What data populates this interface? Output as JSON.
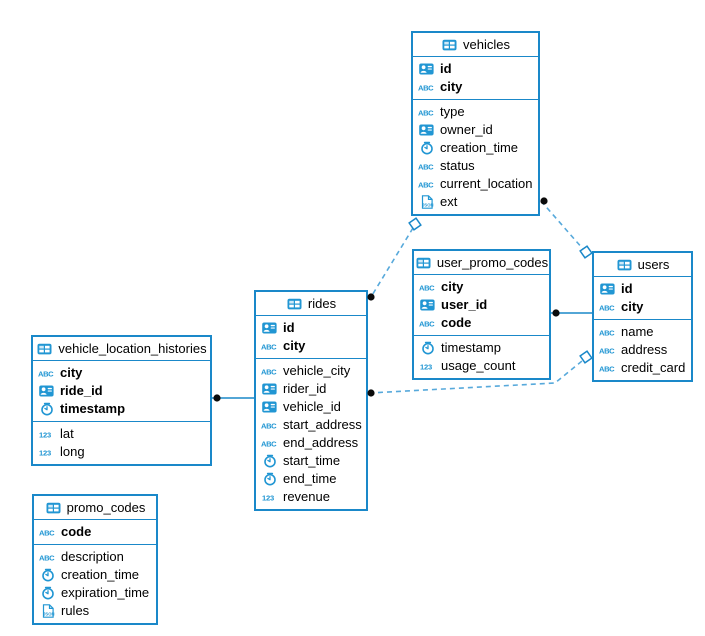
{
  "diagram": {
    "background_color": "#ffffff",
    "border_color": "#1a88c9",
    "icon_color": "#2196d3",
    "dashed_line_color": "#57a9db",
    "solid_line_color": "#1a88c9",
    "text_color": "#000000",
    "tables": [
      {
        "name": "vehicles",
        "icon": "table-icon",
        "columns": [
          {
            "label": "id",
            "icon": "id-card-icon",
            "pk": true
          },
          {
            "label": "city",
            "icon": "abc-icon",
            "pk": true
          },
          {
            "label": "type",
            "icon": "abc-icon",
            "pk": false
          },
          {
            "label": "owner_id",
            "icon": "id-card-icon",
            "pk": false
          },
          {
            "label": "creation_time",
            "icon": "clock-icon",
            "pk": false
          },
          {
            "label": "status",
            "icon": "abc-icon",
            "pk": false
          },
          {
            "label": "current_location",
            "icon": "abc-icon",
            "pk": false
          },
          {
            "label": "ext",
            "icon": "json-icon",
            "pk": false
          }
        ]
      },
      {
        "name": "user_promo_codes",
        "icon": "table-icon",
        "columns": [
          {
            "label": "city",
            "icon": "abc-icon",
            "pk": true
          },
          {
            "label": "user_id",
            "icon": "id-card-icon",
            "pk": true
          },
          {
            "label": "code",
            "icon": "abc-icon",
            "pk": true
          },
          {
            "label": "timestamp",
            "icon": "clock-icon",
            "pk": false
          },
          {
            "label": "usage_count",
            "icon": "number-icon",
            "pk": false
          }
        ]
      },
      {
        "name": "users",
        "icon": "table-icon",
        "columns": [
          {
            "label": "id",
            "icon": "id-card-icon",
            "pk": true
          },
          {
            "label": "city",
            "icon": "abc-icon",
            "pk": true
          },
          {
            "label": "name",
            "icon": "abc-icon",
            "pk": false
          },
          {
            "label": "address",
            "icon": "abc-icon",
            "pk": false
          },
          {
            "label": "credit_card",
            "icon": "abc-icon",
            "pk": false
          }
        ]
      },
      {
        "name": "rides",
        "icon": "table-icon",
        "columns": [
          {
            "label": "id",
            "icon": "id-card-icon",
            "pk": true
          },
          {
            "label": "city",
            "icon": "abc-icon",
            "pk": true
          },
          {
            "label": "vehicle_city",
            "icon": "abc-icon",
            "pk": false
          },
          {
            "label": "rider_id",
            "icon": "id-card-icon",
            "pk": false
          },
          {
            "label": "vehicle_id",
            "icon": "id-card-icon",
            "pk": false
          },
          {
            "label": "start_address",
            "icon": "abc-icon",
            "pk": false
          },
          {
            "label": "end_address",
            "icon": "abc-icon",
            "pk": false
          },
          {
            "label": "start_time",
            "icon": "clock-icon",
            "pk": false
          },
          {
            "label": "end_time",
            "icon": "clock-icon",
            "pk": false
          },
          {
            "label": "revenue",
            "icon": "number-icon",
            "pk": false
          }
        ]
      },
      {
        "name": "vehicle_location_histories",
        "icon": "table-icon",
        "columns": [
          {
            "label": "city",
            "icon": "abc-icon",
            "pk": true
          },
          {
            "label": "ride_id",
            "icon": "id-card-icon",
            "pk": true
          },
          {
            "label": "timestamp",
            "icon": "clock-icon",
            "pk": true
          },
          {
            "label": "lat",
            "icon": "number-icon",
            "pk": false
          },
          {
            "label": "long",
            "icon": "number-icon",
            "pk": false
          }
        ]
      },
      {
        "name": "promo_codes",
        "icon": "table-icon",
        "columns": [
          {
            "label": "code",
            "icon": "abc-icon",
            "pk": true
          },
          {
            "label": "description",
            "icon": "abc-icon",
            "pk": false
          },
          {
            "label": "creation_time",
            "icon": "clock-icon",
            "pk": false
          },
          {
            "label": "expiration_time",
            "icon": "clock-icon",
            "pk": false
          },
          {
            "label": "rules",
            "icon": "json-icon",
            "pk": false
          }
        ]
      }
    ],
    "relations": [
      {
        "from": "vehicles",
        "to": "rides",
        "line": "dashed",
        "from_marker": "diamond",
        "to_marker": "dot"
      },
      {
        "from": "vehicles",
        "to": "users",
        "line": "dashed",
        "from_marker": "dot",
        "to_marker": "diamond"
      },
      {
        "from": "rides",
        "to": "users",
        "line": "dashed",
        "from_marker": "dot",
        "to_marker": "diamond"
      },
      {
        "from": "user_promo_codes",
        "to": "users",
        "line": "solid",
        "from_marker": "dot",
        "to_marker": "none"
      },
      {
        "from": "vehicle_location_histories",
        "to": "rides",
        "line": "solid",
        "from_marker": "dot",
        "to_marker": "none"
      }
    ]
  }
}
